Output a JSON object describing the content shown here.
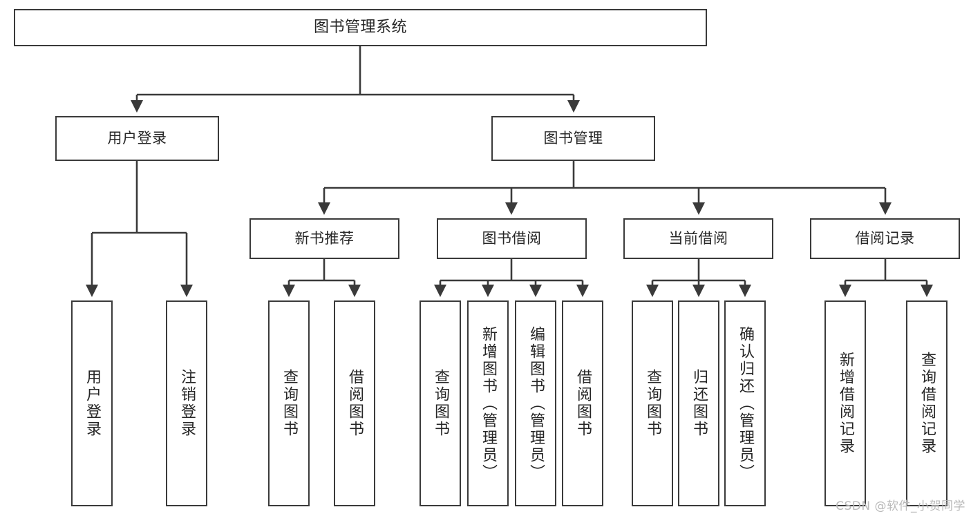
{
  "diagram": {
    "title": "图书管理系统",
    "watermark": "CSDN @软件_小贺同学",
    "colors": {
      "background": "#ffffff",
      "box_border": "#3a3a3a",
      "text": "#262626",
      "edge": "#3a3a3a",
      "watermark": "#b9b9b9"
    },
    "nodes": {
      "root": "图书管理系统",
      "level2": {
        "user_login": "用户登录",
        "book_management": "图书管理"
      },
      "level3": {
        "new_book_recommend": "新书推荐",
        "book_borrow": "图书借阅",
        "current_borrow": "当前借阅",
        "borrow_record": "借阅记录"
      },
      "leaves": {
        "user_login_1": "用户登录",
        "user_login_2": "注销登录",
        "recommend_1": "查询图书",
        "recommend_2": "借阅图书",
        "borrow_1": "查询图书",
        "borrow_2": "新增图书（管理员）",
        "borrow_3": "编辑图书（管理员）",
        "borrow_4": "借阅图书",
        "current_1": "查询图书",
        "current_2": "归还图书",
        "current_3": "确认归还（管理员）",
        "record_1": "新增借阅记录",
        "record_2": "查询借阅记录"
      }
    }
  },
  "chart_data": {
    "type": "tree-diagram",
    "title": "图书管理系统",
    "orientation": "top-down",
    "levels": 4,
    "tree": {
      "label": "图书管理系统",
      "children": [
        {
          "label": "用户登录",
          "children": [
            {
              "label": "用户登录",
              "children": []
            },
            {
              "label": "注销登录",
              "children": []
            }
          ]
        },
        {
          "label": "图书管理",
          "children": [
            {
              "label": "新书推荐",
              "children": [
                {
                  "label": "查询图书",
                  "children": []
                },
                {
                  "label": "借阅图书",
                  "children": []
                }
              ]
            },
            {
              "label": "图书借阅",
              "children": [
                {
                  "label": "查询图书",
                  "children": []
                },
                {
                  "label": "新增图书（管理员）",
                  "children": []
                },
                {
                  "label": "编辑图书（管理员）",
                  "children": []
                },
                {
                  "label": "借阅图书",
                  "children": []
                }
              ]
            },
            {
              "label": "当前借阅",
              "children": [
                {
                  "label": "查询图书",
                  "children": []
                },
                {
                  "label": "归还图书",
                  "children": []
                },
                {
                  "label": "确认归还（管理员）",
                  "children": []
                }
              ]
            },
            {
              "label": "借阅记录",
              "children": [
                {
                  "label": "新增借阅记录",
                  "children": []
                },
                {
                  "label": "查询借阅记录",
                  "children": []
                }
              ]
            }
          ]
        }
      ]
    }
  }
}
